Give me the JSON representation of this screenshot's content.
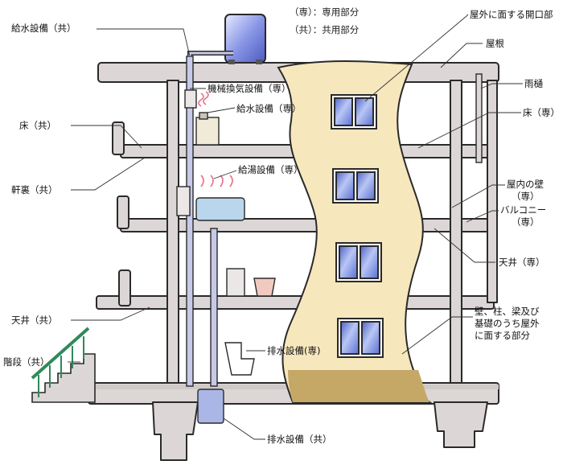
{
  "legend": [
    {
      "key": "（専）",
      "text": "：専用部分"
    },
    {
      "key": "（共）",
      "text": "：共用部分"
    }
  ],
  "labels": {
    "water_supply_common": "給水設備（共）",
    "mech_vent_private": "機械換気設備（専）",
    "water_supply_private": "給水設備（専）",
    "floor_common": "床（共）",
    "eaves_soffit_common": "軒裏（共）",
    "hot_water_private": "給湯設備（専）",
    "ceiling_common": "天井（共）",
    "stairs_common": "階段（共）",
    "drainage_private": "排水設備(専)",
    "drainage_common": "排水設備（共）",
    "opening_exterior": "屋外に面する開口部",
    "roof": "屋根",
    "gutter": "雨樋",
    "floor_private": "床（専）",
    "interior_wall_line1": "屋内の壁",
    "interior_wall_line2": "（専）",
    "balcony_line1": "バルコニー",
    "balcony_line2": "（専）",
    "ceiling_private": "天井（専）",
    "structure_line1": "壁、柱、梁及び",
    "structure_line2": "基礎のうち屋外",
    "structure_line3": "に面する部分"
  },
  "colors": {
    "building": "#dcd7d6",
    "outline": "#2a2a2a",
    "facade": "#f7e7bd",
    "facade_base": "#c6a866",
    "window_glass": "#8fa3e8",
    "tank": "#8a97e6",
    "pipe": "#c7c9e8",
    "bath": "#b9d6ec",
    "steam": "#e8708a",
    "stair_rail": "#2f8a5a"
  }
}
